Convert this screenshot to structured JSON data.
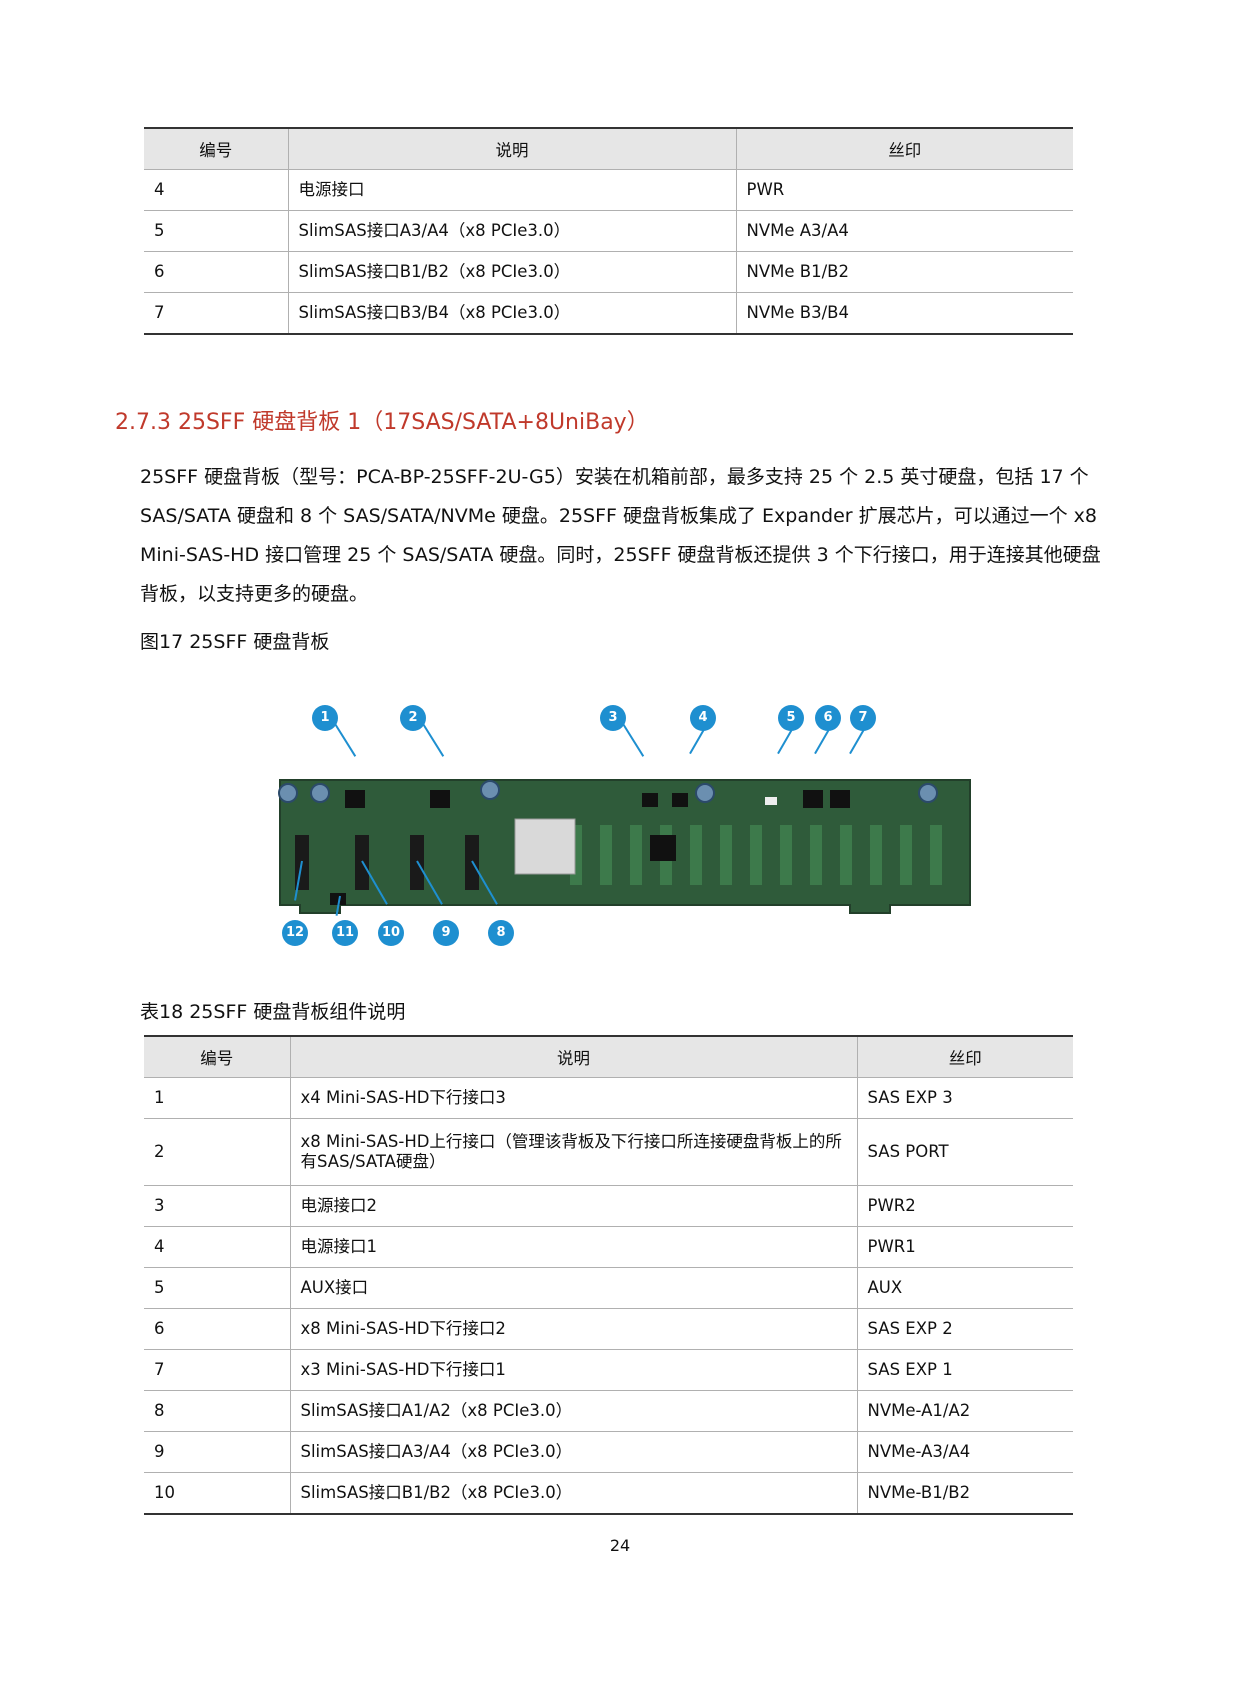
{
  "table_top": {
    "headers": [
      "编号",
      "说明",
      "丝印"
    ],
    "rows": [
      [
        "4",
        "电源接口",
        "PWR"
      ],
      [
        "5",
        "SlimSAS接口A3/A4（x8 PCIe3.0）",
        "NVMe A3/A4"
      ],
      [
        "6",
        "SlimSAS接口B1/B2（x8 PCIe3.0）",
        "NVMe B1/B2"
      ],
      [
        "7",
        "SlimSAS接口B3/B4（x8 PCIe3.0）",
        "NVMe B3/B4"
      ]
    ]
  },
  "section": {
    "heading": "2.7.3  25SFF 硬盘背板 1（17SAS/SATA+8UniBay）",
    "paragraph": "25SFF 硬盘背板（型号：PCA-BP-25SFF-2U-G5）安装在机箱前部，最多支持 25 个 2.5 英寸硬盘，包括 17 个 SAS/SATA 硬盘和 8 个 SAS/SATA/NVMe 硬盘。25SFF 硬盘背板集成了 Expander 扩展芯片，可以通过一个 x8 Mini-SAS-HD 接口管理 25 个 SAS/SATA 硬盘。同时，25SFF 硬盘背板还提供 3 个下行接口，用于连接其他硬盘背板，以支持更多的硬盘。",
    "figure_caption": "图17  25SFF 硬盘背板",
    "table_caption": "表18  25SFF 硬盘背板组件说明"
  },
  "figure": {
    "callouts": [
      "1",
      "2",
      "3",
      "4",
      "5",
      "6",
      "7",
      "8",
      "9",
      "10",
      "11",
      "12"
    ],
    "colors": {
      "board": "#2f5b3a",
      "board_edge": "#223f2a",
      "callout": "#1e8fd0",
      "heatsink": "#d9d9d9"
    }
  },
  "table_bottom": {
    "headers": [
      "编号",
      "说明",
      "丝印"
    ],
    "rows": [
      [
        "1",
        "x4 Mini-SAS-HD下行接口3",
        "SAS EXP 3"
      ],
      [
        "2",
        "x8 Mini-SAS-HD上行接口（管理该背板及下行接口所连接硬盘背板上的所有SAS/SATA硬盘）",
        "SAS PORT"
      ],
      [
        "3",
        "电源接口2",
        "PWR2"
      ],
      [
        "4",
        "电源接口1",
        "PWR1"
      ],
      [
        "5",
        "AUX接口",
        "AUX"
      ],
      [
        "6",
        "x8 Mini-SAS-HD下行接口2",
        "SAS EXP 2"
      ],
      [
        "7",
        "x3 Mini-SAS-HD下行接口1",
        "SAS EXP 1"
      ],
      [
        "8",
        "SlimSAS接口A1/A2（x8 PCIe3.0）",
        "NVMe-A1/A2"
      ],
      [
        "9",
        "SlimSAS接口A3/A4（x8 PCIe3.0）",
        "NVMe-A3/A4"
      ],
      [
        "10",
        "SlimSAS接口B1/B2（x8 PCIe3.0）",
        "NVMe-B1/B2"
      ]
    ]
  },
  "page_number": "24"
}
